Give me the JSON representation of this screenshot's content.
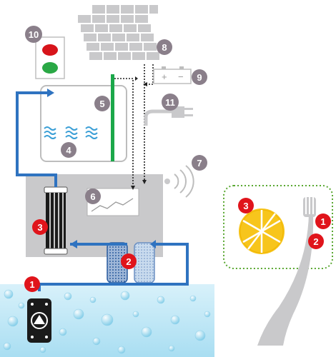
{
  "diagram": {
    "callouts": [
      {
        "id": "pump",
        "label": "1",
        "color": "#e0141b"
      },
      {
        "id": "filters",
        "label": "2",
        "color": "#e0141b"
      },
      {
        "id": "uv-lamp",
        "label": "3",
        "color": "#e0141b"
      },
      {
        "id": "tank",
        "label": "4",
        "color": "#8a7f8a"
      },
      {
        "id": "level-sensor",
        "label": "5",
        "color": "#8a7f8a"
      },
      {
        "id": "controller",
        "label": "6",
        "color": "#8a7f8a"
      },
      {
        "id": "wireless",
        "label": "7",
        "color": "#8a7f8a"
      },
      {
        "id": "solar-panel",
        "label": "8",
        "color": "#8a7f8a"
      },
      {
        "id": "battery",
        "label": "9",
        "color": "#8a7f8a"
      },
      {
        "id": "traffic-light",
        "label": "10",
        "color": "#8a7f8a"
      },
      {
        "id": "mains-plug",
        "label": "11",
        "color": "#8a7f8a"
      }
    ],
    "legend_panel": {
      "callouts": [
        {
          "id": "lemon",
          "label": "3",
          "color": "#e0141b"
        },
        {
          "id": "toothbrush-top",
          "label": "1",
          "color": "#e0141b"
        },
        {
          "id": "toothbrush-bottom",
          "label": "2",
          "color": "#e0141b"
        }
      ]
    },
    "battery_signs": {
      "plus": "+",
      "minus": "−"
    },
    "colors": {
      "pipe": "#2f73c0",
      "water": "#bfe6f4",
      "red_callout": "#e0141b",
      "grey_callout": "#8a7f8a",
      "box_grey": "#c9c9cb",
      "sensor_green": "#1ba84a",
      "lemon": "#f7c51c",
      "dotted_green": "#5aa832"
    }
  }
}
